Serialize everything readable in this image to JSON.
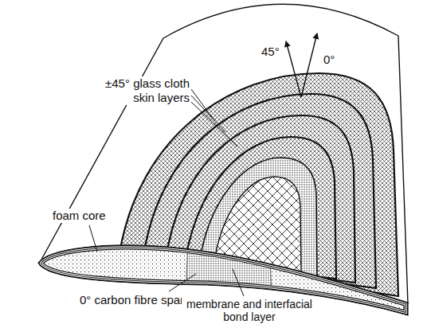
{
  "diagram": {
    "labels": [
      "±45° glass cloth skin layers",
      "45°",
      "0°",
      "foam core",
      "0° carbon fibre spar",
      "membrane and interfacial bond layer"
    ]
  }
}
